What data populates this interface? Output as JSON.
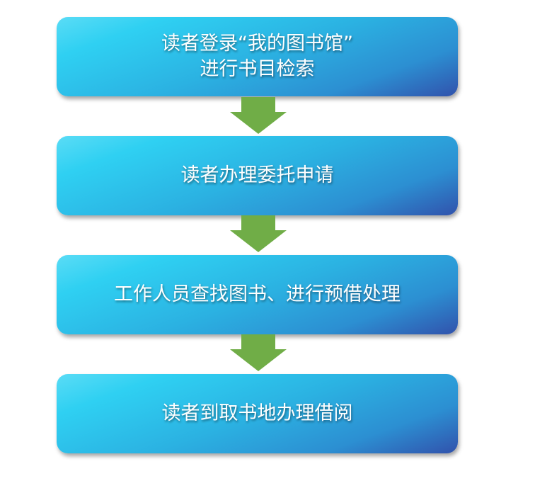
{
  "steps": [
    {
      "label": "读者登录“我的图书馆”\n进行书目检索"
    },
    {
      "label": "读者办理委托申请"
    },
    {
      "label": "工作人员查找图书、进行预借处理"
    },
    {
      "label": "读者到取书地办理借阅"
    }
  ],
  "colors": {
    "arrow": "#70ad47",
    "box_start": "#5adcf6",
    "box_end": "#3152ac"
  }
}
